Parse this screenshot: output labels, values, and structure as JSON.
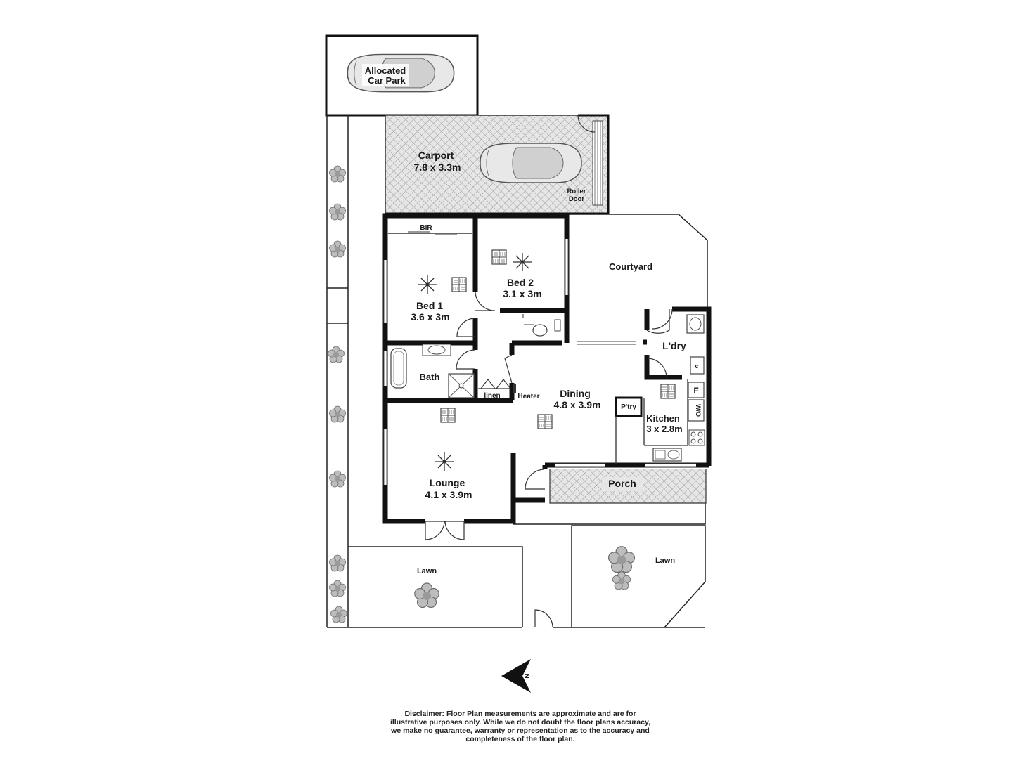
{
  "rooms": {
    "car_park": {
      "name_line1": "Allocated",
      "name_line2": "Car Park"
    },
    "carport": {
      "name": "Carport",
      "size": "7.8 x 3.3m"
    },
    "roller_door": {
      "line1": "Roller",
      "line2": "Door"
    },
    "bir": {
      "name": "BIR"
    },
    "bed1": {
      "name": "Bed 1",
      "size": "3.6 x 3m"
    },
    "bed2": {
      "name": "Bed 2",
      "size": "3.1 x 3m"
    },
    "courtyard": {
      "name": "Courtyard"
    },
    "laundry": {
      "name": "L'dry",
      "cupboard": "c"
    },
    "bath": {
      "name": "Bath"
    },
    "linen": {
      "name": "linen"
    },
    "heater": {
      "name": "Heater"
    },
    "dining": {
      "name": "Dining",
      "size": "4.8 x 3.9m"
    },
    "pantry": {
      "name": "P'try"
    },
    "kitchen": {
      "name": "Kitchen",
      "size": "3 x 2.8m",
      "fridge": "F",
      "wall_oven": "W/O"
    },
    "lounge": {
      "name": "Lounge",
      "size": "4.1 x 3.9m"
    },
    "porch": {
      "name": "Porch"
    },
    "lawn_left": {
      "name": "Lawn"
    },
    "lawn_right": {
      "name": "Lawn"
    }
  },
  "compass": {
    "label": "N",
    "icon": "north-arrow-icon"
  },
  "disclaimer": {
    "line1": "Disclaimer: Floor Plan measurements are approximate and are for",
    "line2": "illustrative purposes only. While we do not doubt the floor plans accuracy,",
    "line3": "we make no guarantee, warranty or representation as to the accuracy and",
    "line4": "completeness of the floor plan."
  },
  "colors": {
    "wall": "#111111",
    "hatch": "#9a9a9a",
    "plant": "#8a8a8a"
  }
}
